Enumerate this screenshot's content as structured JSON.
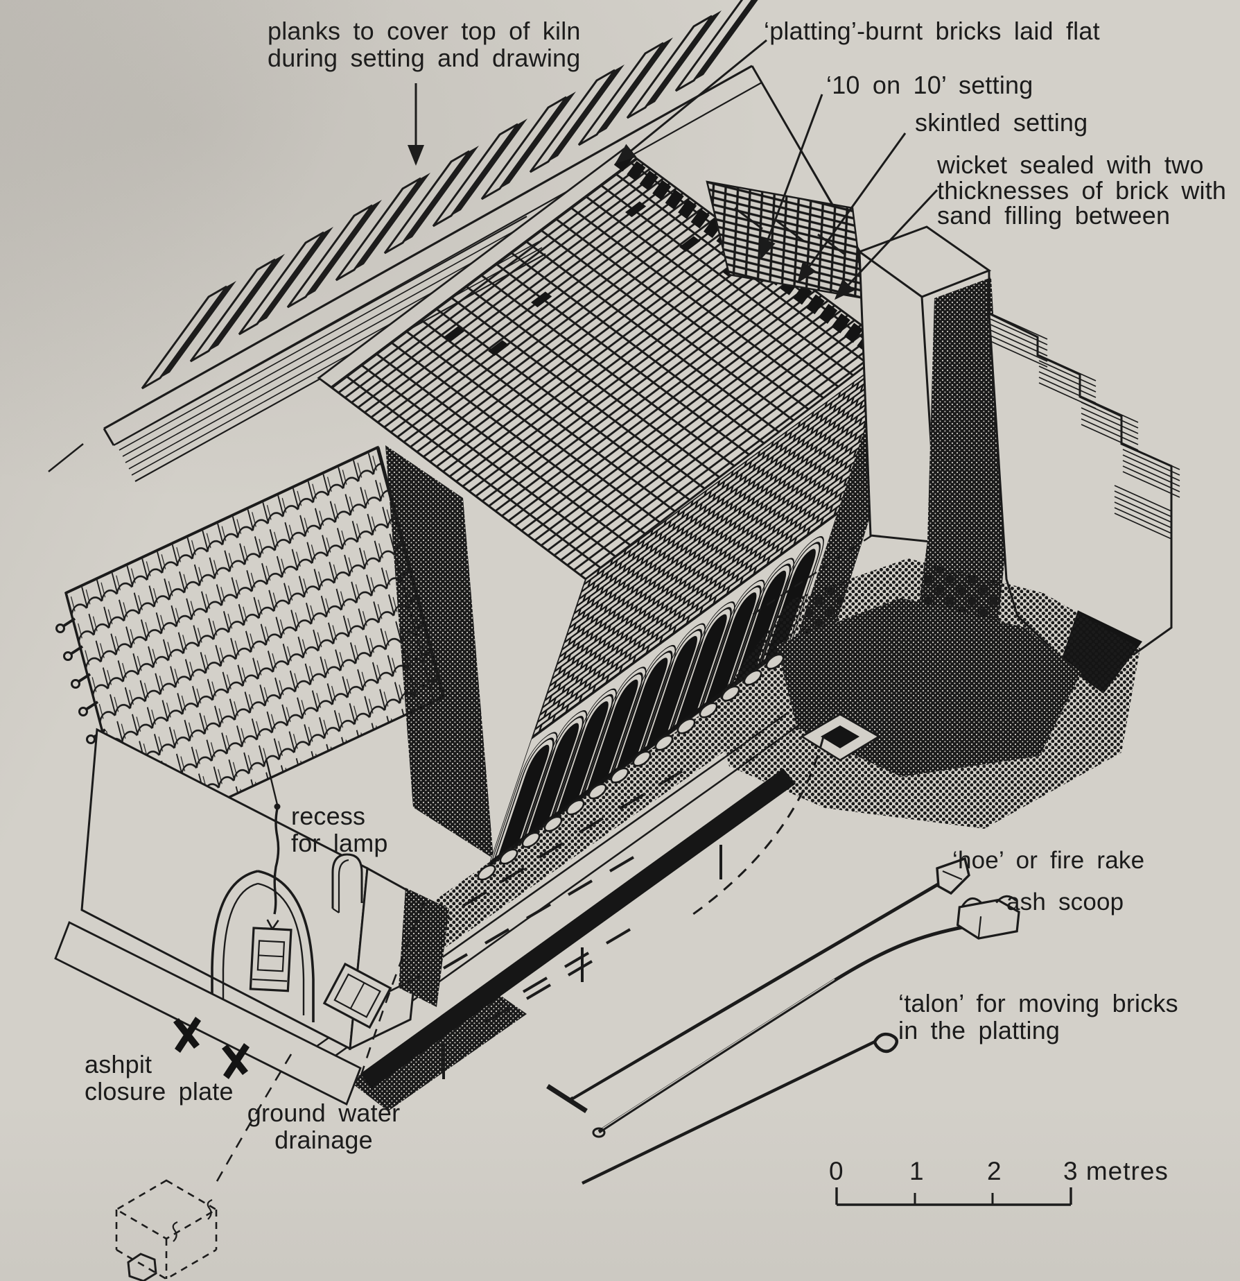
{
  "figure": {
    "colors": {
      "paper": "#d3d0c9",
      "ink": "#1b1b1b"
    },
    "labels": {
      "planks": "planks to cover top of kiln\nduring setting and drawing",
      "platting": "‘platting’-burnt bricks laid flat",
      "ten_on_ten": "‘10 on 10’ setting",
      "skintled": "skintled setting",
      "wicket": "wicket sealed with two\nthicknesses of brick with\nsand filling between",
      "recess": "recess\nfor lamp",
      "hoe": "‘hoe’ or fire rake",
      "ash_scoop": "ash scoop",
      "talon": "‘talon’ for moving bricks\nin the platting",
      "ashpit": "ashpit\nclosure plate",
      "ground_water": "ground water\ndrainage"
    },
    "scale_bar": {
      "labels": [
        "0",
        "1",
        "2",
        "3 metres"
      ]
    }
  }
}
